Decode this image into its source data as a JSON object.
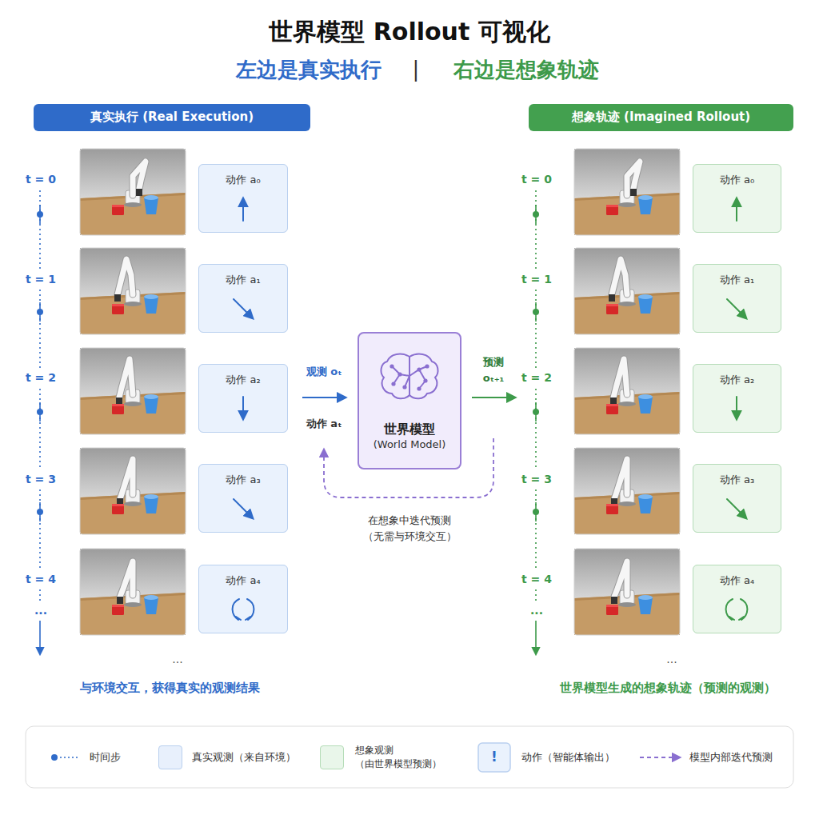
{
  "diagram": {
    "title": "世界模型 Rollout 可视化",
    "nodes": [
      {
        "text": [
          "真实执行 (Real Execution)"
        ]
      },
      {
        "text": [
          "想象轨迹 (Imagined Rollout)"
        ]
      },
      {
        "text": [
          "动作 a₀"
        ]
      },
      {
        "text": [
          "动作 a₁"
        ]
      },
      {
        "text": [
          "动作 a₂"
        ]
      },
      {
        "text": [
          "动作 a₃"
        ]
      },
      {
        "text": [
          "动作 a₄"
        ]
      },
      {
        "text": [
          "世界模型",
          "(World Model)"
        ]
      },
      {
        "text": [
          "动作 a₀"
        ]
      },
      {
        "text": [
          "动作 a₁"
        ]
      },
      {
        "text": [
          "动作 a₂"
        ]
      },
      {
        "text": [
          "动作 a₃"
        ]
      },
      {
        "text": [
          "动作 a₄"
        ]
      }
    ],
    "labels": [
      "左边是真实执行",
      "|",
      "右边是想象轨迹",
      "t = 0",
      "t = 1",
      "t = 2",
      "t = 3",
      "t = 4",
      "...",
      "...",
      "观测 oₜ",
      "动作 aₜ",
      "预测 oₜ₊₁",
      "在想象中迭代预测 （无需与环境交互）",
      "t = 0",
      "t = 1",
      "t = 2",
      "t = 3",
      "t = 4",
      "...",
      "...",
      "与环境交互，获得真实的观测结果",
      "世界模型生成的想象轨迹（预测的观测）",
      "!"
    ],
    "legend": [
      {
        "text": "时间步"
      },
      {
        "text": "真实观测（来自环境）",
        "color": "#e8f0fc"
      },
      {
        "text": "想象观测 （由世界模型预测）",
        "color": "#e9f6ea"
      },
      {
        "text": "动作（智能体输出）"
      },
      {
        "text": "模型内部迭代预测"
      }
    ]
  }
}
